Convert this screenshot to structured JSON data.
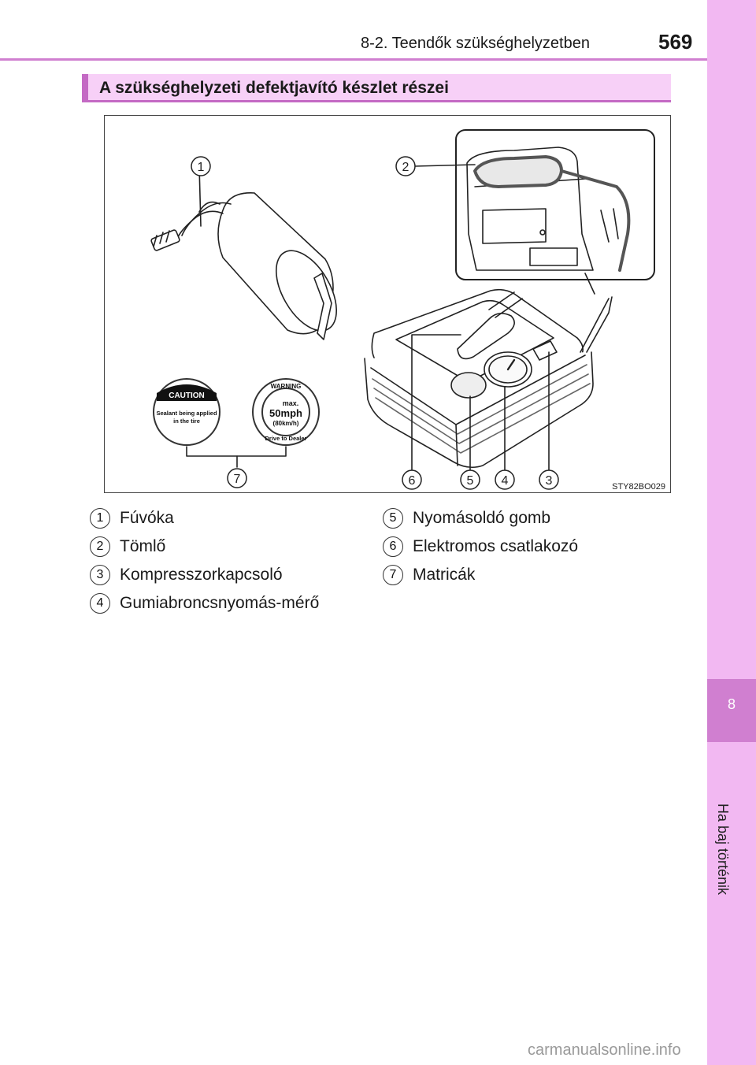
{
  "header": {
    "title": "8-2. Teendők szükséghelyzetben",
    "page_number": "569"
  },
  "side_tab": {
    "chapter_number": "8",
    "chapter_label": "Ha baj történik"
  },
  "section": {
    "heading": "A szükséghelyzeti defektjavító készlet részei"
  },
  "illustration": {
    "code": "STY82BO029",
    "callouts": [
      "1",
      "2",
      "3",
      "4",
      "5",
      "6",
      "7"
    ],
    "sticker_caution": {
      "title": "CAUTION",
      "line1": "Sealant being applied",
      "line2": "in the tire"
    },
    "sticker_warning": {
      "top": "WARNING",
      "max": "max.",
      "speed": "50mph",
      "kmh": "(80km/h)",
      "bottom": "Drive to Dealer"
    }
  },
  "legend": [
    {
      "num": "1",
      "label": "Fúvóka"
    },
    {
      "num": "2",
      "label": "Tömlő"
    },
    {
      "num": "3",
      "label": "Kompresszorkapcsoló"
    },
    {
      "num": "4",
      "label": "Gumiabroncsnyomás-mérő"
    },
    {
      "num": "5",
      "label": "Nyomásoldó gomb"
    },
    {
      "num": "6",
      "label": "Elektromos csatlakozó"
    },
    {
      "num": "7",
      "label": "Matricák"
    }
  ],
  "watermark": "carmanualsonline.info"
}
